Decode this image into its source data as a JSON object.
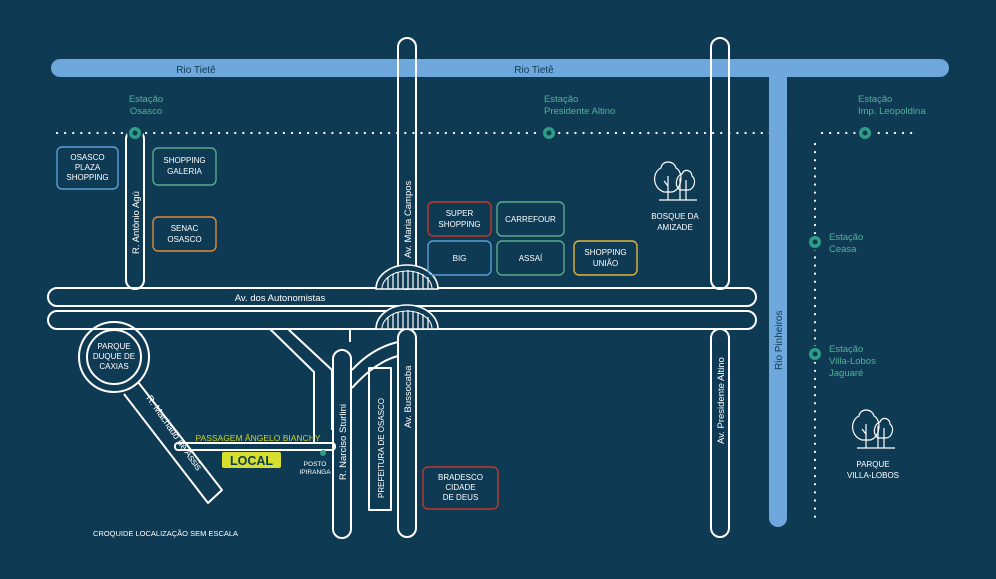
{
  "colors": {
    "background": "#0f3a53",
    "road": "#ffffff",
    "river": "#6fa8dc",
    "station": "#2e9e86",
    "station_text": "#53b29a",
    "box_blue": "#5c9fd6",
    "box_green": "#58ab8c",
    "box_red": "#c0392b",
    "box_orange": "#e08a38",
    "box_yellow": "#e0b43a",
    "local": "#d6df2d",
    "passage": "#c9d22e"
  },
  "rivers": {
    "tiete_1": "Rio Tietê",
    "tiete_2": "Rio Tietê",
    "pinheiros": "Rio Pinheiros"
  },
  "stations": {
    "osasco": [
      "Estação",
      "Osasco"
    ],
    "presidente_altino": [
      "Estação",
      "Presidente Altino"
    ],
    "imp_leopoldina": [
      "Estação",
      "Imp. Leopoldina"
    ],
    "ceasa": [
      "Estação",
      "Ceasa"
    ],
    "villa_lobos": [
      "Estação",
      "Villa-Lobos",
      "Jaguaré"
    ]
  },
  "places": {
    "osasco_plaza": [
      "OSASCO",
      "PLAZA",
      "SHOPPING"
    ],
    "shopping_galeria": [
      "SHOPPING",
      "GALERIA"
    ],
    "senac": [
      "SENAC",
      "OSASCO"
    ],
    "super_shopping": [
      "SUPER",
      "SHOPPING"
    ],
    "carrefour": [
      "CARREFOUR"
    ],
    "big": [
      "BIG"
    ],
    "assai": [
      "ASSAÍ"
    ],
    "shopping_uniao": [
      "SHOPPING",
      "UNIÃO"
    ],
    "bradesco": [
      "BRADESCO",
      "CIDADE",
      "DE DEUS"
    ],
    "bosque": [
      "BOSQUE DA",
      "AMIZADE"
    ],
    "parque_villa_lobos": [
      "PARQUE",
      "VILLA-LOBOS"
    ],
    "parque_duque": [
      "PARQUE",
      "DUQUE DE",
      "CAXIAS"
    ],
    "prefeitura": "PREFEITURA DE OSASCO",
    "posto": [
      "POSTO",
      "IPIRANGA"
    ]
  },
  "streets": {
    "autonomistas": "Av. dos Autonomistas",
    "antonio_agu": "R. Antônio Agú",
    "maria_campos": "Av. Maria Campos",
    "bussocaba": "Av. Bussocaba",
    "narciso_sturlini": "R. Narciso Sturlini",
    "machado_de_assis": "R. Machado de Assis",
    "presidente_altino": "Av. Presidente Altino",
    "passagem": "PASSAGEM ÂNGELO BIANCHY"
  },
  "local_label": "LOCAL",
  "note": "CROQUIDE LOCALIZAÇÃO SEM ESCALA"
}
